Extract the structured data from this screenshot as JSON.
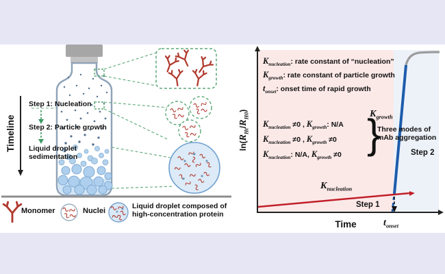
{
  "left": {
    "timeline_label": "Timeline",
    "step1": "Step 1: Nucleation",
    "step2": "Step 2: Particle growth",
    "sediment_line1": "Liquid droplet",
    "sediment_line2": "sedimentation",
    "legend_monomer": "Monomer",
    "legend_nuclei": "Nuclei",
    "legend_droplet_line1": "Liquid droplet composed of",
    "legend_droplet_line2": "high-concentration protein"
  },
  "right": {
    "ylabel": {
      "pre": "ln(",
      "sym1": "R",
      "sub1": "Ht",
      "mid": "/",
      "sym2": "R",
      "sub2": "H0",
      "post": ")"
    },
    "xlabel": "Time",
    "defs": [
      {
        "sym": "K",
        "sub": "nucleation",
        "text": ": rate constant of “nucleation”"
      },
      {
        "sym": "K",
        "sub": "growth",
        "text": ": rate constant of particle growth"
      },
      {
        "sym": "t",
        "sub": "onset",
        "text": ": onset time of rapid growth"
      }
    ],
    "modes": [
      {
        "s1": "K",
        "sub1": "nucleation",
        "mid": " ≠0 , ",
        "s2": "K",
        "sub2": "growth",
        "end": ": N/A"
      },
      {
        "s1": "K",
        "sub1": "nucleation",
        "mid": " ≠0 , ",
        "s2": "K",
        "sub2": "growth",
        "end": " ≠0"
      },
      {
        "s1": "K",
        "sub1": "nucleation",
        "mid": ": N/A, ",
        "s2": "K",
        "sub2": "growth",
        "end": " ≠0"
      }
    ],
    "brace": "}",
    "modes_label_line1": "Three modes of",
    "modes_label_line2": "mAb aggregation",
    "k_growth": {
      "sym": "K",
      "sub": "growth"
    },
    "k_nucleation": {
      "sym": "K",
      "sub": "nucleation"
    },
    "step1_label": "Step 1",
    "step2_label": "Step 2",
    "t_onset": {
      "sym": "t",
      "sub": "onset"
    }
  },
  "colors": {
    "background_band": "#e6e6f5",
    "monomer_red": "#b03a2e",
    "nucleation_line_red": "#c11f28",
    "growth_line_blue": "#1d5cab",
    "plateau_gray": "#9c9c9c",
    "accent_green": "#5aa877",
    "droplet_blue": "#aed0ee",
    "pink_region": "#fbe9e8"
  }
}
